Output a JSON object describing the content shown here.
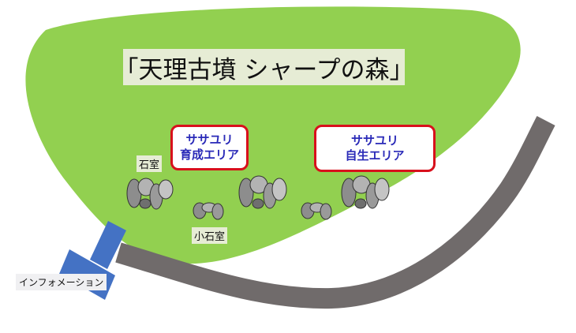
{
  "title": "「天理古墳 シャープの森」",
  "zones": [
    {
      "line1": "ササユリ",
      "line2": "育成エリア"
    },
    {
      "line1": "ササユリ",
      "line2": "自生エリア"
    }
  ],
  "labels": {
    "stone_chamber": "石室",
    "small_stone_chamber": "小石室",
    "information": "インフォメーション"
  },
  "colors": {
    "forest": "#92d050",
    "road": "#706b6b",
    "information_building": "#4472c4",
    "zone_border": "#d8101c",
    "zone_text": "#2a2ab8"
  }
}
